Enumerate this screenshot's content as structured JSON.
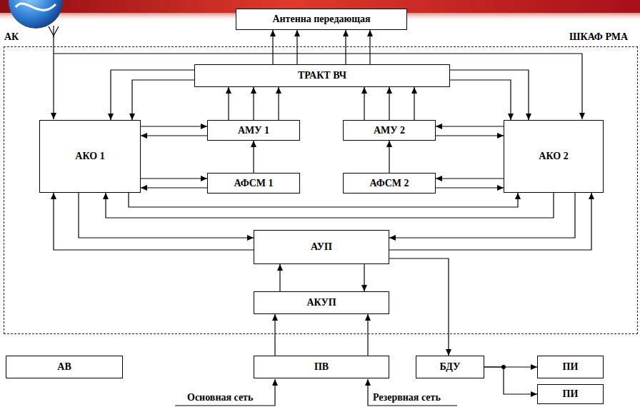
{
  "diagram": {
    "nodes": [
      {
        "text": [
          "Антенна передающая"
        ]
      },
      {
        "text": [
          "ШКАФ РМА"
        ]
      },
      {
        "text": [
          "ТРАКТ ВЧ"
        ],
        "in": 1
      },
      {
        "text": [
          "АКО 1"
        ],
        "in": 1
      },
      {
        "text": [
          "АМУ 1"
        ],
        "in": 1
      },
      {
        "text": [
          "АМУ 2"
        ],
        "in": 1
      },
      {
        "text": [
          "АКО 2"
        ],
        "in": 1
      },
      {
        "text": [
          "АФСМ 1"
        ],
        "in": 1
      },
      {
        "text": [
          "АФСМ 2"
        ],
        "in": 1
      },
      {
        "text": [
          "АУП"
        ],
        "in": 1
      },
      {
        "text": [
          "АКУП"
        ],
        "in": 1
      },
      {
        "text": [
          "АВ"
        ]
      },
      {
        "text": [
          "ПВ"
        ]
      },
      {
        "text": [
          "БДУ"
        ]
      },
      {
        "text": [
          "ПИ"
        ]
      },
      {
        "text": [
          "ПИ"
        ]
      }
    ],
    "edges": [
      {
        "from": 2,
        "to": 0,
        "arrow": "to"
      },
      {
        "from": 2,
        "to": 0,
        "arrow": "to"
      },
      {
        "from": 2,
        "to": 0,
        "arrow": "to"
      },
      {
        "from": 2,
        "to": 0,
        "arrow": "to"
      },
      {
        "from": 4,
        "to": 2,
        "arrow": "to"
      },
      {
        "from": 4,
        "to": 2,
        "arrow": "to"
      },
      {
        "from": 4,
        "to": 2,
        "arrow": "to"
      },
      {
        "from": 5,
        "to": 2,
        "arrow": "to"
      },
      {
        "from": 5,
        "to": 2,
        "arrow": "to"
      },
      {
        "from": 5,
        "to": 2,
        "arrow": "to"
      },
      {
        "from": 2,
        "to": 3,
        "arrow": "to"
      },
      {
        "from": 2,
        "to": 3,
        "arrow": "to"
      },
      {
        "from": 2,
        "to": 6,
        "arrow": "to"
      },
      {
        "from": 2,
        "to": 6,
        "arrow": "to"
      },
      {
        "from": 3,
        "to": 4,
        "arrow": "to"
      },
      {
        "from": 4,
        "to": 3,
        "arrow": "to"
      },
      {
        "from": 3,
        "to": 7,
        "arrow": "to"
      },
      {
        "from": 7,
        "to": 3,
        "arrow": "to"
      },
      {
        "from": 7,
        "to": 4,
        "arrow": "to"
      },
      {
        "from": 8,
        "to": 5,
        "arrow": "to"
      },
      {
        "from": 6,
        "to": 5,
        "arrow": "to"
      },
      {
        "from": 5,
        "to": 6,
        "arrow": "to"
      },
      {
        "from": 6,
        "to": 8,
        "arrow": "to"
      },
      {
        "from": 8,
        "to": 6,
        "arrow": "to"
      },
      {
        "from": 3,
        "to": 6,
        "arrow": "to"
      },
      {
        "from": 6,
        "to": 3,
        "arrow": "to"
      },
      {
        "from": 3,
        "to": 9,
        "arrow": "to"
      },
      {
        "from": 9,
        "to": 3,
        "arrow": "to"
      },
      {
        "from": 6,
        "to": 9,
        "arrow": "to"
      },
      {
        "from": 9,
        "to": 6,
        "arrow": "to"
      },
      {
        "from": 10,
        "to": 9,
        "arrow": "to"
      },
      {
        "from": 9,
        "to": 10,
        "arrow": "to"
      },
      {
        "from": 12,
        "to": 10,
        "arrow": "to"
      },
      {
        "from": 12,
        "to": 10,
        "arrow": "to"
      },
      {
        "from": 9,
        "to": 13,
        "arrow": "to"
      },
      {
        "from": 13,
        "to": 14,
        "arrow": "to"
      },
      {
        "from": 13,
        "to": 15,
        "arrow": "to"
      }
    ],
    "labels": [
      "АК",
      "Основная сеть",
      "Резервная сеть"
    ]
  }
}
